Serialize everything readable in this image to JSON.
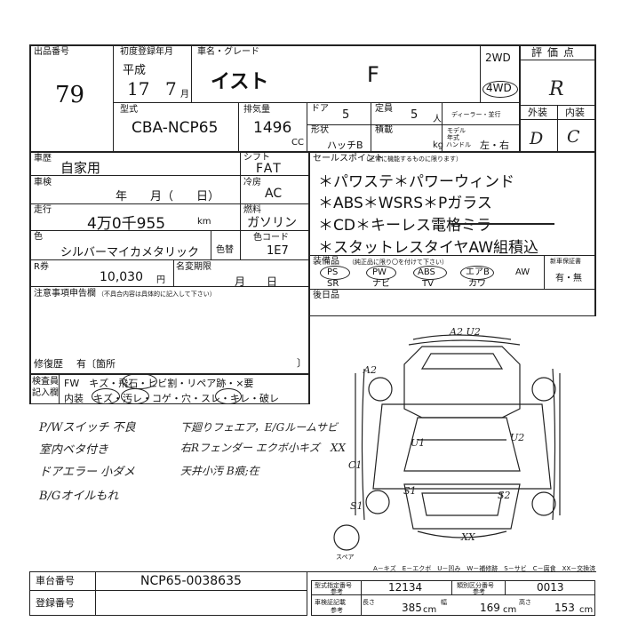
{
  "header": {
    "lot_label": "出品番号",
    "lot_number": "79",
    "first_reg_label": "初度登録年月",
    "era": "平成",
    "reg_year": "17",
    "reg_month": "7",
    "month_unit": "月",
    "name_label": "車名・グレード",
    "car_name": "イスト",
    "grade": "F",
    "drive_2wd": "2WD",
    "drive_4wd": "4WD",
    "eval_label": "評価点",
    "eval_score": "R",
    "model_label": "型式",
    "model_code": "CBA-NCP65",
    "displacement_label": "排気量",
    "displacement": "1496",
    "cc": "CC",
    "doors_label": "ドア",
    "doors": "5",
    "capacity_label": "定員",
    "capacity": "5",
    "person_unit": "人",
    "dealer_label": "ディーラー・並行",
    "model_year_label": "モデル年式",
    "shape_label": "形状",
    "shape": "ハッチB",
    "load_label": "積載",
    "kg": "kg",
    "handle_label": "ハンドル",
    "handle": "左・右",
    "exterior_label": "外装",
    "interior_label": "内装",
    "exterior_grade": "D",
    "interior_grade": "C"
  },
  "details": {
    "history_label": "車歴",
    "history": "自家用",
    "shift_label": "シフト",
    "shift": "FAT",
    "inspection_label": "車検",
    "inspection_value": "年　　月（　　日）",
    "ac_label": "冷房",
    "ac": "AC",
    "mileage_label": "走行",
    "mileage": "4万0千955",
    "km": "km",
    "fuel_label": "燃料",
    "fuel": "ガソリン",
    "color_label": "色",
    "color": "シルバーマイカメタリック",
    "color_swap_label": "色替",
    "color_code_label": "色コード",
    "color_code": "1E7",
    "recycle_label": "R券",
    "recycle": "10,030",
    "yen": "円",
    "expiry_label": "名変期限",
    "expiry_value": "月　　日",
    "notes_label": "注意事項申告欄",
    "notes_sub": "（不具合内容は具体的に記入して下さい）",
    "repair_label": "修復歴",
    "repair_value": "有〔箇所",
    "repair_close": "〕"
  },
  "sales": {
    "label": "セールスポイント",
    "sub": "（正常に機能するものに限ります）",
    "lines": [
      "＊パワステ＊パワーウィンド",
      "＊ABS＊WSRS＊Pガラス",
      "＊CD＊キーレス電格ミラー",
      "＊スタットレスタイヤAW組積込"
    ]
  },
  "equipment": {
    "label": "装備品",
    "sub": "（純正品に限り〇を付けて下さい）",
    "items": [
      "PS",
      "PW",
      "ABS",
      "エアB",
      "AW",
      "SR",
      "ナビ",
      "TV",
      "カワ"
    ],
    "warranty_label": "新車保証書",
    "warranty_value": "有・無",
    "later_label": "後日品"
  },
  "inspector": {
    "label1": "検査員",
    "label2": "記入欄",
    "row1": "FW　キズ・飛石・ヒビ割・リペア跡・×要",
    "row2": "内装　キズ・汚レ・コゲ・穴・スレ・キレ・破レ"
  },
  "handwritten": {
    "left": [
      "P/Wスイッチ 不良",
      "室内ベタ付き",
      "ドアエラー 小ダメ",
      "B/Gオイルもれ"
    ],
    "mid": [
      "下廻りフェエア，E/Gルームサビ",
      "右Rフェンダー エクボ小キズ　XX",
      "天井小汚 B痕;在"
    ],
    "diagram": [
      "A2 U2",
      "A2",
      "U1",
      "U2",
      "S1",
      "S2",
      "C1",
      "S1",
      "XX"
    ]
  },
  "diagram": {
    "spare": "スペア",
    "legend": "A－キズ　E－エクボ　U－凹み　W－補修跡　S－サビ　C－腐食　XX－交換済"
  },
  "footer": {
    "chassis_label": "車台番号",
    "chassis": "NCP65-0038635",
    "reg_label": "登録番号",
    "type_num_label": "型式指定番号",
    "type_num_sub": "参考",
    "type_num": "12134",
    "class_label": "類別区分番号",
    "class_sub": "参考",
    "class_num": "0013",
    "dims_label": "車検証記載",
    "dims_sub": "参考",
    "length_label": "長さ",
    "length": "385",
    "width_label": "幅",
    "width": "169",
    "height_label": "高さ",
    "height": "153",
    "cm": "cm"
  }
}
